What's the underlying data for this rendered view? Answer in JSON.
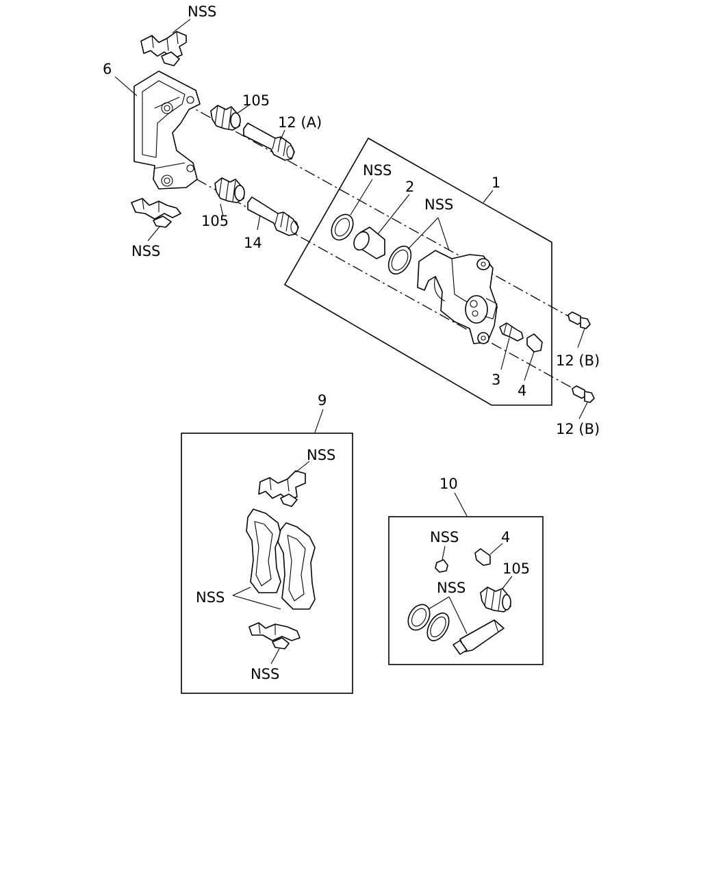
{
  "labels": {
    "nss_top": "NSS",
    "part_6": "6",
    "part_105_upper": "105",
    "part_12a": "12 (A)",
    "part_105_lower": "105",
    "part_14": "14",
    "nss_left": "NSS",
    "nss_seal": "NSS",
    "part_2": "2",
    "nss_ring": "NSS",
    "part_1": "1",
    "part_12b_upper": "12 (B)",
    "part_3": "3",
    "part_4": "4",
    "part_12b_lower": "12 (B)",
    "part_9": "9",
    "nss_pad_clip_top": "NSS",
    "nss_pads": "NSS",
    "nss_pad_clip_bottom": "NSS",
    "part_10": "10",
    "kit_nss_1": "NSS",
    "kit_4": "4",
    "kit_105": "105",
    "kit_nss_2": "NSS"
  }
}
